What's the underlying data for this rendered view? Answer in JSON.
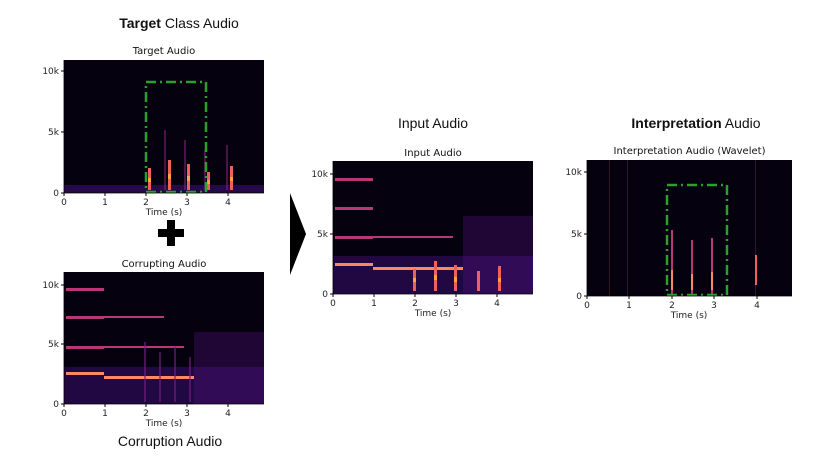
{
  "headings": {
    "target": {
      "bold": "Target",
      "rest": " Class Audio"
    },
    "corruption": {
      "bold": "",
      "rest": "Corruption Audio"
    },
    "input": {
      "bold": "",
      "rest": "Input Audio"
    },
    "interpretation": {
      "bold": "Interpretation",
      "rest": " Audio"
    }
  },
  "plots": {
    "target": {
      "title": "Target Audio",
      "xlabel": "Time (s)"
    },
    "corrupting": {
      "title": "Corrupting Audio",
      "xlabel": "Time (s)"
    },
    "input": {
      "title": "Input Audio",
      "xlabel": "Time (s)"
    },
    "interpretation": {
      "title": "Interpretation Audio (Wavelet)",
      "xlabel": "Time (s)"
    }
  },
  "axes": {
    "x_ticks": [
      "0",
      "1",
      "2",
      "3",
      "4"
    ],
    "y_ticks": [
      "0",
      "5k",
      "10k"
    ]
  },
  "symbols": {
    "plus": "plus-icon",
    "arrow": "arrow-right-icon"
  },
  "colors": {
    "spectrogram_bg": "#05010f",
    "box": "#2ca02c"
  }
}
